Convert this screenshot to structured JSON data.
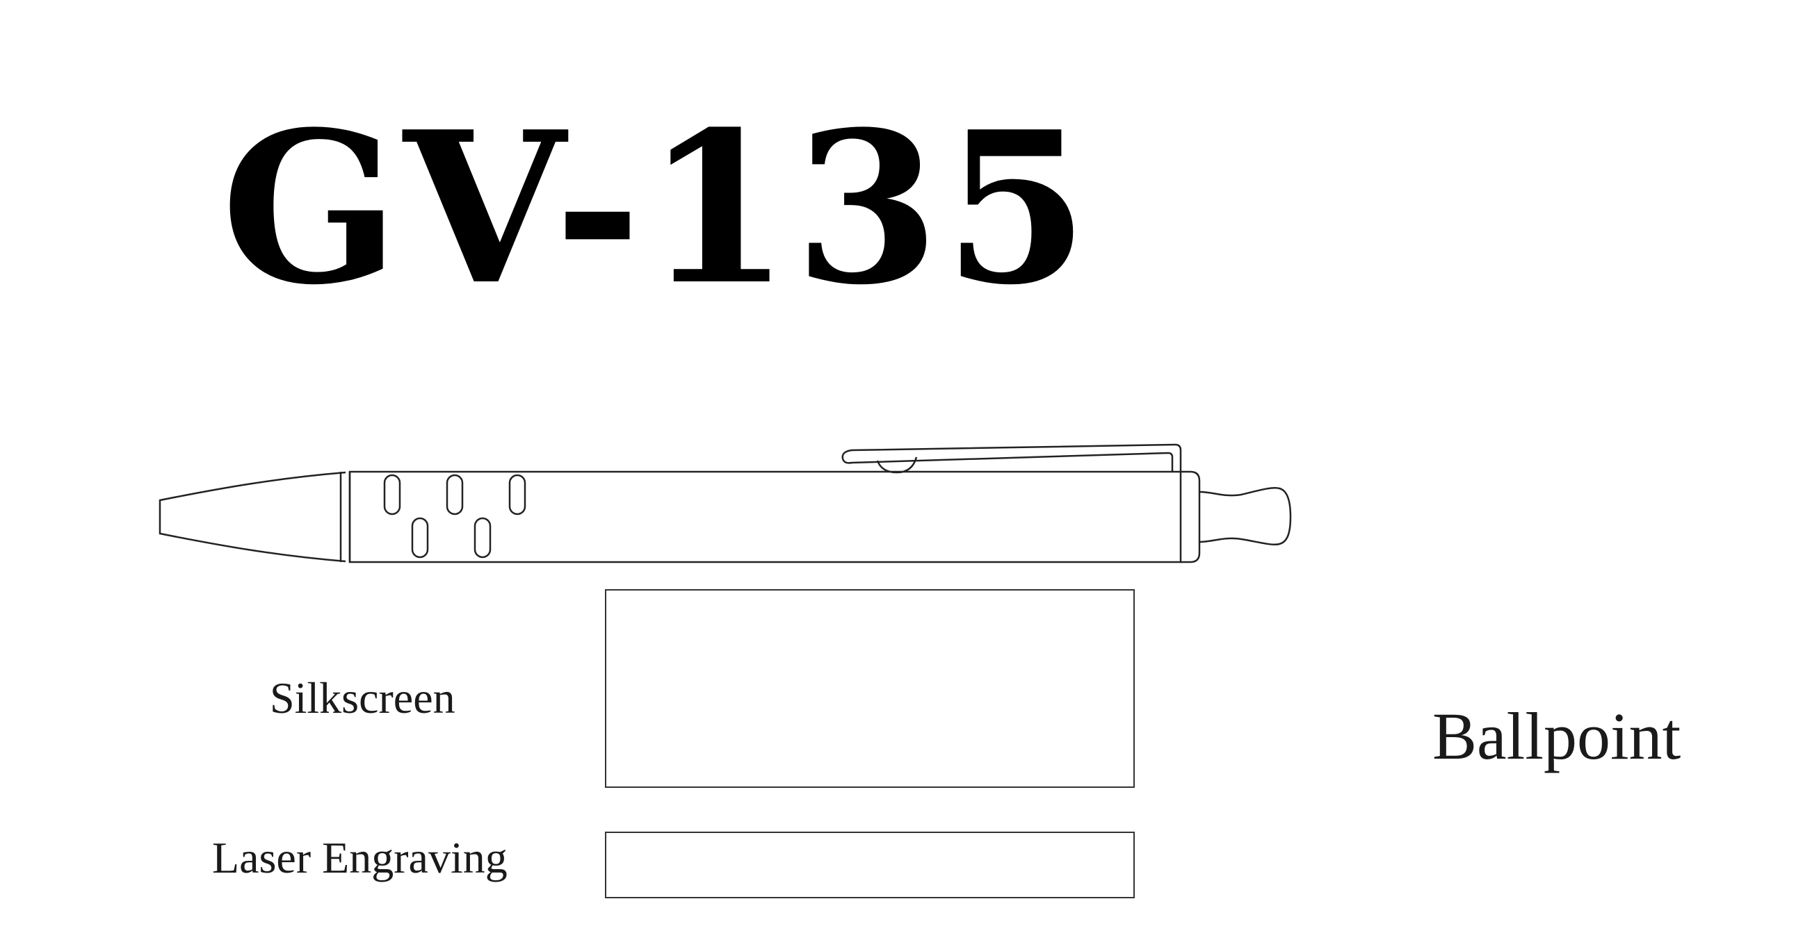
{
  "title": "GV-135",
  "pen_type": "Ballpoint",
  "imprint_areas": [
    {
      "label": "Silkscreen"
    },
    {
      "label": "Laser Engraving"
    }
  ],
  "icons": {
    "pen": "ballpoint-pen-outline-icon"
  },
  "colors": {
    "line": "#222222",
    "title": "#000000",
    "background": "#ffffff"
  }
}
